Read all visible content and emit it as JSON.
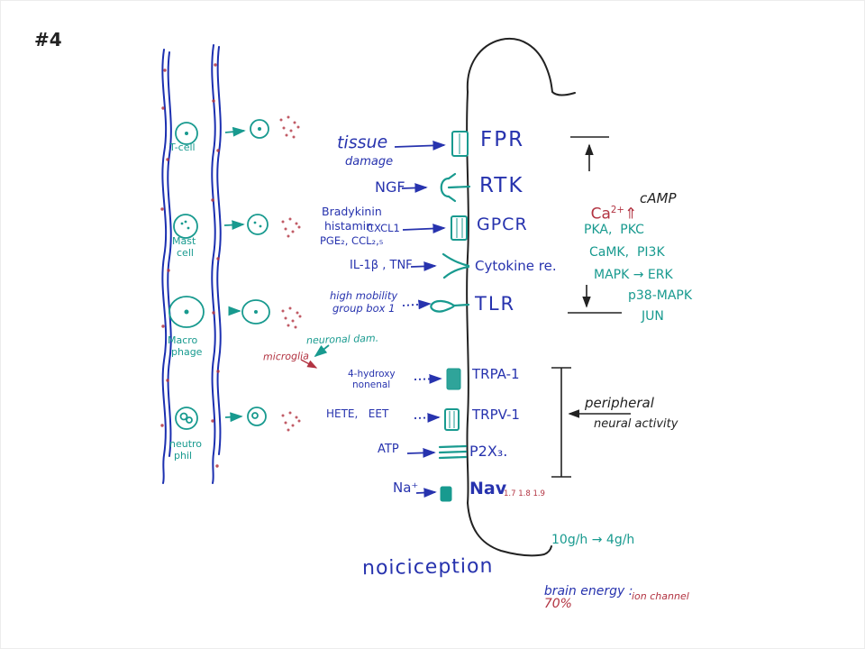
{
  "colors": {
    "blue": "#2733ae",
    "teal": "#189a8f",
    "red": "#b23341",
    "ink": "#222222",
    "vessel": "#1b2fb0"
  },
  "slide": {
    "number": "#4"
  },
  "vessel_cells": [
    {
      "id": "t-cell",
      "lines": [
        "T-cell"
      ]
    },
    {
      "id": "mast-cell",
      "lines": [
        "Mast",
        "cell"
      ]
    },
    {
      "id": "macrophage",
      "lines": [
        "Macro",
        "phage"
      ]
    },
    {
      "id": "neutrophil",
      "lines": [
        "neutro",
        "phil"
      ]
    }
  ],
  "notes": {
    "neuronal_damage": "neuronal dam.",
    "microglia": "microglia"
  },
  "ligands": {
    "tissue": "tissue",
    "damage": "damage",
    "ngf": "NGF",
    "bradykinin": "Bradykinin",
    "histamin": "histamin",
    "cxcl1": "CXCL1",
    "pge2_ccl": "PGE₂, CCL₂,₅",
    "il1b_tnf": "IL-1β , TNF",
    "hmgb_line1": "high mobility",
    "hmgb_line2": "group box 1",
    "hne_line1": "4-hydroxy",
    "hne_line2": "nonenal",
    "hete_eet": "HETE,   EET",
    "atp": "ATP",
    "sodium": "Na⁺"
  },
  "receptors": {
    "fpr": "FPR",
    "rtk": "RTK",
    "gpcr": "GPCR",
    "cytokine": "Cytokine re.",
    "tlr": "TLR",
    "trpa1": "TRPA-1",
    "trpv1": "TRPV-1",
    "p2x3": "P2X₃.",
    "nav": "Nav",
    "nav_subtypes": "1.7 1.8 1.9"
  },
  "signaling": {
    "ca_base": "Ca",
    "ca_sup": "2+",
    "ca_arrow": "⇑",
    "camp": "cAMP",
    "line1": "PKA,  PKC",
    "line2": "CaMK,  PI3K",
    "line3": "MAPK → ERK",
    "line4": "p38-MAPK",
    "line5": "JUN"
  },
  "annotations": {
    "peripheral_line1": "peripheral",
    "peripheral_line2": "neural activity",
    "nociception": "noiciception",
    "metabolic": "10g/h → 4g/h",
    "brain_energy_label": "brain energy :",
    "brain_energy_value": "70%",
    "ion_channel": "ion channel"
  }
}
